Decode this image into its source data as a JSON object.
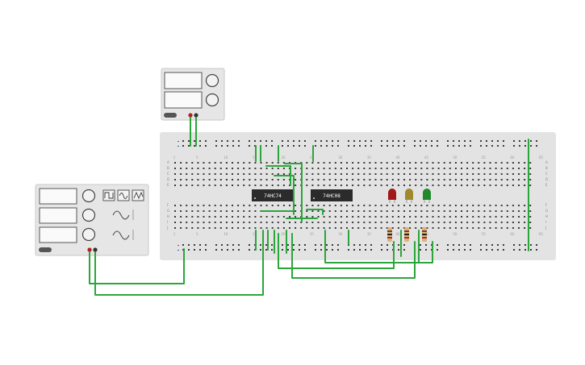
{
  "chips": [
    {
      "id": "u1",
      "label": "74HC74"
    },
    {
      "id": "u2",
      "label": "74HC08"
    }
  ],
  "breadboard": {
    "row_letters_top": [
      "A",
      "B",
      "C",
      "D",
      "E"
    ],
    "row_letters_bottom": [
      "F",
      "G",
      "H",
      "I",
      "J"
    ],
    "column_numbers": [
      "1",
      "5",
      "10",
      "15",
      "20",
      "25",
      "30",
      "35",
      "40",
      "45",
      "50",
      "55",
      "60",
      "65"
    ]
  },
  "leds": [
    {
      "name": "led-red",
      "color": "#a11818"
    },
    {
      "name": "led-yellow",
      "color": "#a0892a"
    },
    {
      "name": "led-green",
      "color": "#1f8a2a"
    }
  ],
  "colors": {
    "wire": "#2aa63a",
    "board": "#e3e3e3",
    "hole": "#3a3a3a",
    "chip": "#2b2b2b",
    "rail_red": "#d04040",
    "rail_blue": "#4060c0"
  },
  "power_supply_top": {
    "icon": "dc-power-supply"
  },
  "function_generator": {
    "icon": "function-generator",
    "waveforms": [
      "square-wave-icon",
      "sine-wave-icon",
      "triangle-wave-icon"
    ]
  }
}
